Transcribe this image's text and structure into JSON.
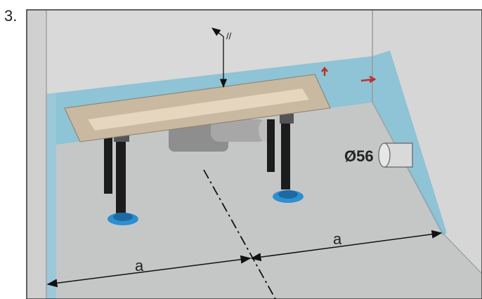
{
  "step": {
    "number": "3."
  },
  "labels": {
    "pipe_diameter": "Ø56",
    "dimension_left": "a",
    "dimension_right": "a",
    "parallel_mark": "//"
  },
  "colors": {
    "wall": "#d7d7d7",
    "floor": "#c4c6c6",
    "waterproof_tape": "#8fc3d6",
    "drain_cover": "#c9b9a0",
    "drain_grate": "#e4d6bf",
    "legs": "#1c1c1c",
    "feet": "#2e8fd0",
    "arrows": "#b8332a"
  }
}
